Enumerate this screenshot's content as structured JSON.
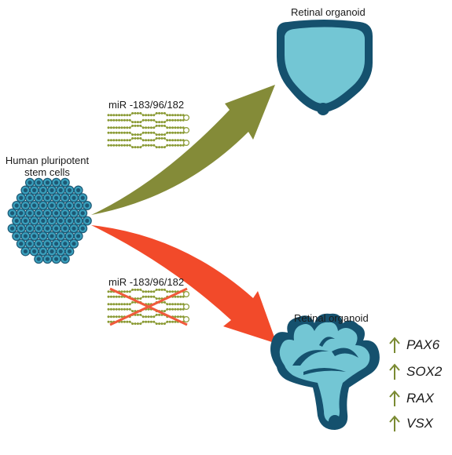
{
  "labels": {
    "source": "Human pluripotent stem cells",
    "target_top": "Retinal organoid",
    "target_bottom": "Retinal organoid",
    "mirna_top": "miR -183/96/182",
    "mirna_bottom": "miR -183/96/182"
  },
  "genes": [
    {
      "name": "PAX6",
      "arrow": "up"
    },
    {
      "name": "SOX2",
      "arrow": "up"
    },
    {
      "name": "RAX",
      "arrow": "up"
    },
    {
      "name": "VSX",
      "arrow": "up"
    }
  ],
  "colors": {
    "organoid_fill": "#73c6d4",
    "organoid_border": "#15516e",
    "cell_fill": "#3aa0bd",
    "cell_dark": "#1d5874",
    "green_arrow": "#848b38",
    "red_arrow": "#f24a2a",
    "mirna_green": "#8a9a34",
    "cross_red": "#f05a3c",
    "gene_arrow": "#7a8a32"
  }
}
